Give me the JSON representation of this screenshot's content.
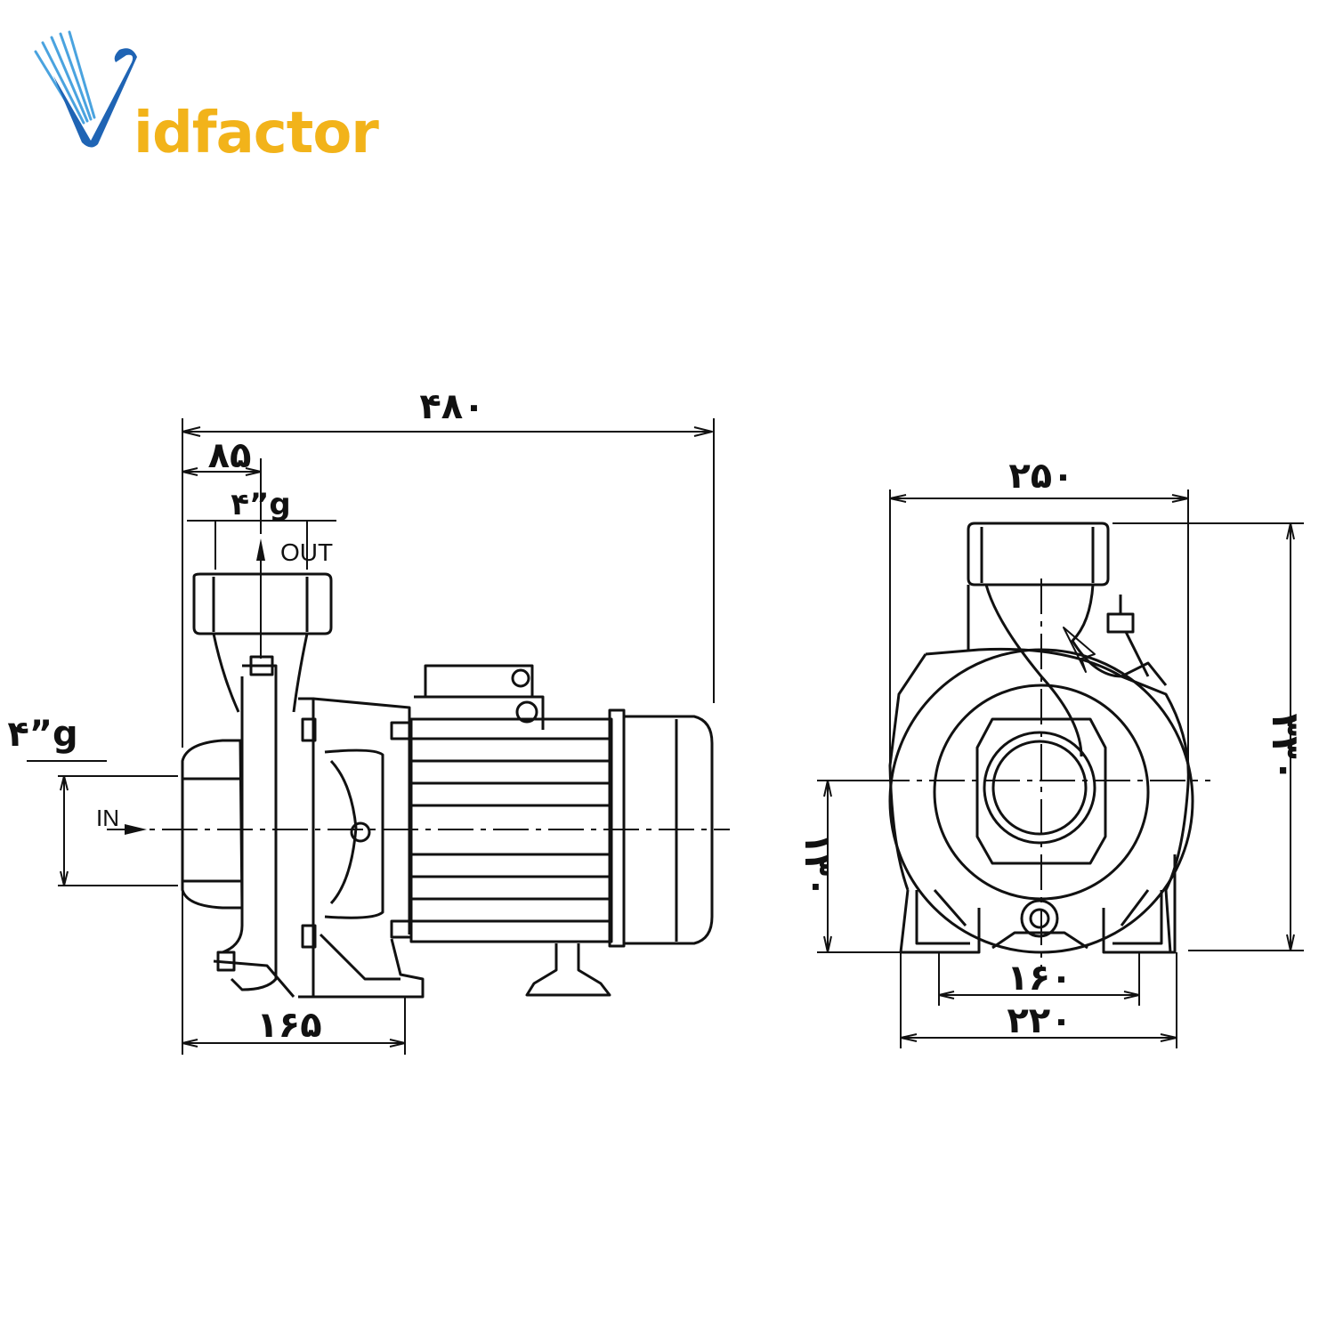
{
  "brand": {
    "name": "Vidfactor",
    "text": "idfactor",
    "primary_color": "#1f64b4",
    "accent_color": "#f2b31a"
  },
  "side_view": {
    "overall_length": "۴۸۰",
    "outlet_offset": "۸۵",
    "outlet_size": "۴”g",
    "outlet_label": "OUT",
    "inlet_size": "۴”g",
    "inlet_label": "IN",
    "foot_length": "۱۶۵"
  },
  "front_view": {
    "overall_width": "۲۵۰",
    "overall_height": "۳۳۰",
    "shaft_height": "۱۳۰",
    "foot_hole_spacing": "۱۶۰",
    "foot_width": "۲۲۰"
  }
}
